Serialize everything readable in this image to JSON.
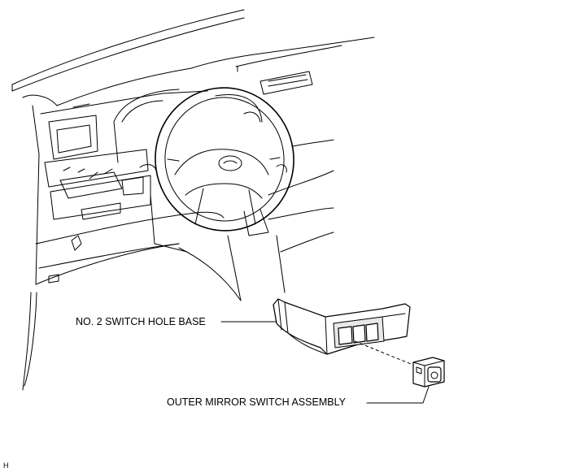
{
  "callouts": {
    "switch_hole_base": "NO. 2 SWITCH HOLE BASE",
    "outer_mirror_switch": "OUTER MIRROR SWITCH ASSEMBLY"
  },
  "figure_code": "H"
}
